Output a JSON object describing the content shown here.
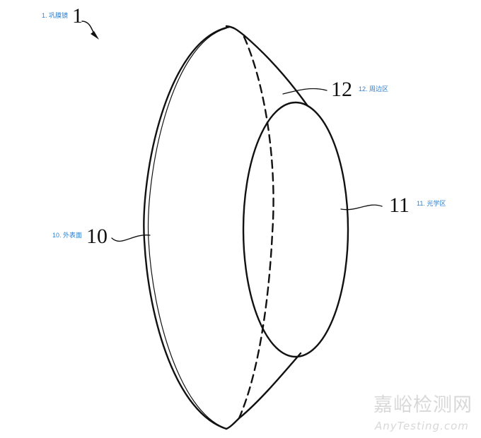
{
  "labels": [
    {
      "number": "1",
      "caption": "1. 巩膜镜"
    },
    {
      "number": "12",
      "caption": "12. 周边区"
    },
    {
      "number": "11",
      "caption": "11. 光学区"
    },
    {
      "number": "10",
      "caption": "10. 外表面"
    }
  ],
  "watermark": {
    "cn": "嘉峪检测网",
    "en": "AnyTesting.com"
  },
  "colors": {
    "caption": "#2a7fd4",
    "line": "#111111"
  }
}
